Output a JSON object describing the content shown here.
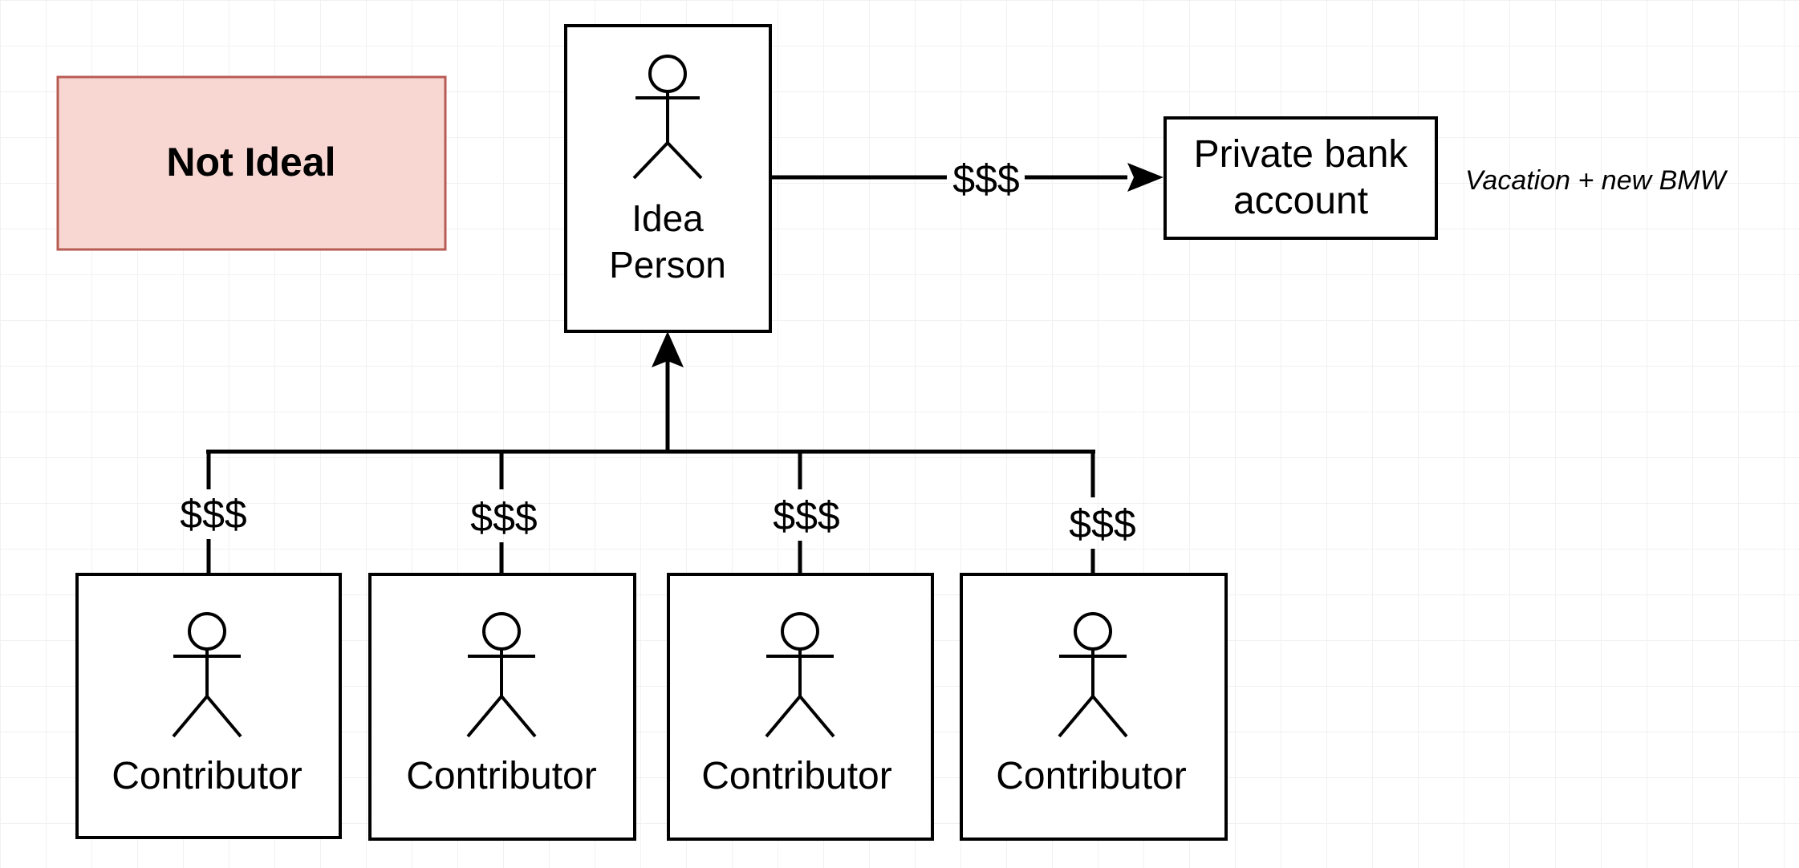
{
  "not_ideal": {
    "label": "Not Ideal",
    "fill": "#f8d7d3",
    "border": "#b85b53"
  },
  "idea_person": {
    "line1": "Idea",
    "line2": "Person",
    "icon": "person-icon"
  },
  "payout": {
    "label": "$$$"
  },
  "bank": {
    "line1": "Private bank",
    "line2": "account"
  },
  "annotation": {
    "text": "Vacation + new BMW"
  },
  "contributors": [
    {
      "label": "Contributor",
      "money": "$$$",
      "icon": "person-icon"
    },
    {
      "label": "Contributor",
      "money": "$$$",
      "icon": "person-icon"
    },
    {
      "label": "Contributor",
      "money": "$$$",
      "icon": "person-icon"
    },
    {
      "label": "Contributor",
      "money": "$$$",
      "icon": "person-icon"
    }
  ]
}
